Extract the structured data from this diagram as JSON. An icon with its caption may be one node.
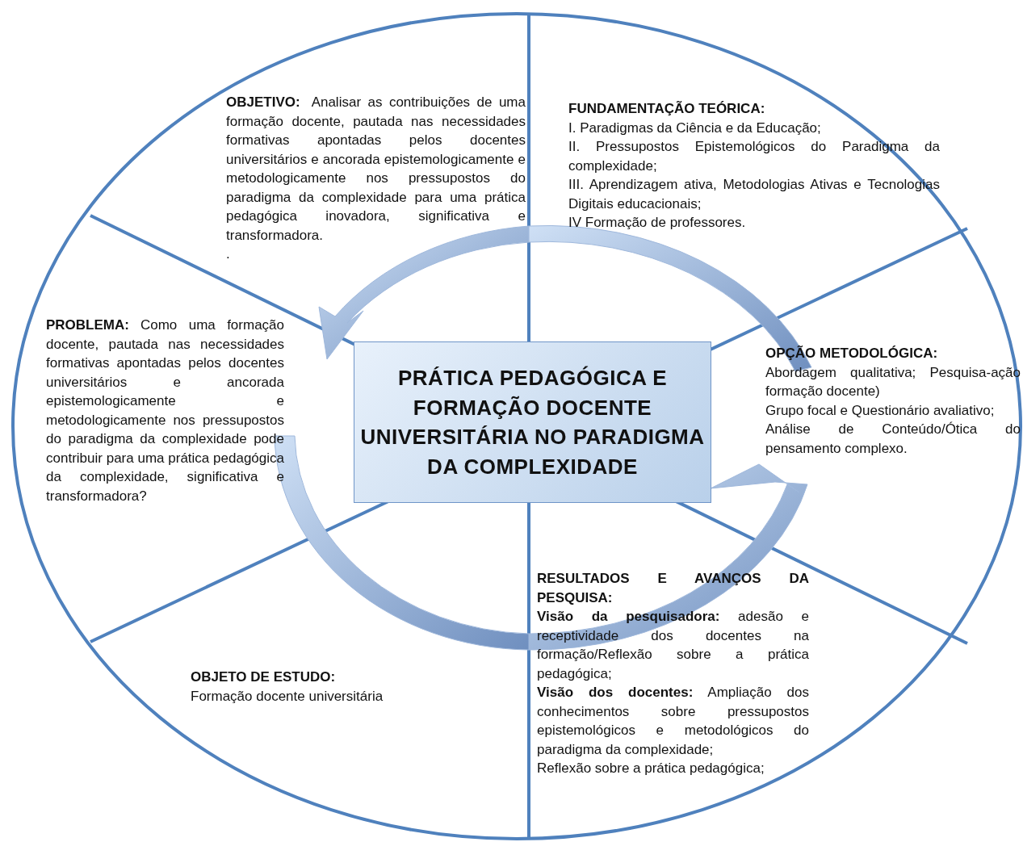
{
  "diagram": {
    "nodes": [
      {
        "text": [
          "OBJETIVO:",
          "Analisar as contribuições de uma formação docente, pautada nas necessidades formativas apontadas pelos docentes universitários e ancorada epistemologicamente e metodologicamente nos pressupostos do paradigma da complexidade para uma prática pedagógica inovadora, significativa e transformadora.",
          "."
        ]
      },
      {
        "text": [
          "FUNDAMENTAÇÃO TEÓRICA:",
          "I. Paradigmas da Ciência e da Educação;",
          "II. Pressupostos Epistemológicos do Paradigma da complexidade;",
          "III. Aprendizagem ativa, Metodologias Ativas e Tecnologias Digitais educacionais;",
          "IV Formação de professores."
        ]
      },
      {
        "text": [
          "PROBLEMA:",
          "Como uma formação docente, pautada nas necessidades formativas apontadas pelos docentes universitários e ancorada epistemologicamente e metodologicamente nos pressupostos do paradigma da complexidade pode contribuir para uma prática pedagógica da complexidade, significativa e transformadora?"
        ]
      },
      {
        "text": [
          "PRÁTICA PEDAGÓGICA E FORMAÇÃO DOCENTE UNIVERSITÁRIA NO PARADIGMA DA COMPLEXIDADE"
        ]
      },
      {
        "text": [
          "OPÇÃO METODOLÓGICA:",
          "Abordagem qualitativa; Pesquisa-ação formação docente)",
          "Grupo focal e Questionário avaliativo;",
          "Análise de Conteúdo/Ótica do pensamento complexo."
        ]
      },
      {
        "text": [
          "RESULTADOS E AVANÇOS DA PESQUISA:",
          "**Visão da pesquisadora:** adesão e receptividade dos docentes na formação/Reflexão sobre a prática pedagógica;",
          "**Visão dos docentes:** Ampliação dos conhecimentos sobre pressupostos epistemológicos e metodológicos do paradigma da complexidade;",
          "Reflexão sobre a prática pedagógica;"
        ]
      },
      {
        "text": [
          "OBJETO DE ESTUDO:",
          "Formação docente universitária"
        ]
      }
    ]
  }
}
